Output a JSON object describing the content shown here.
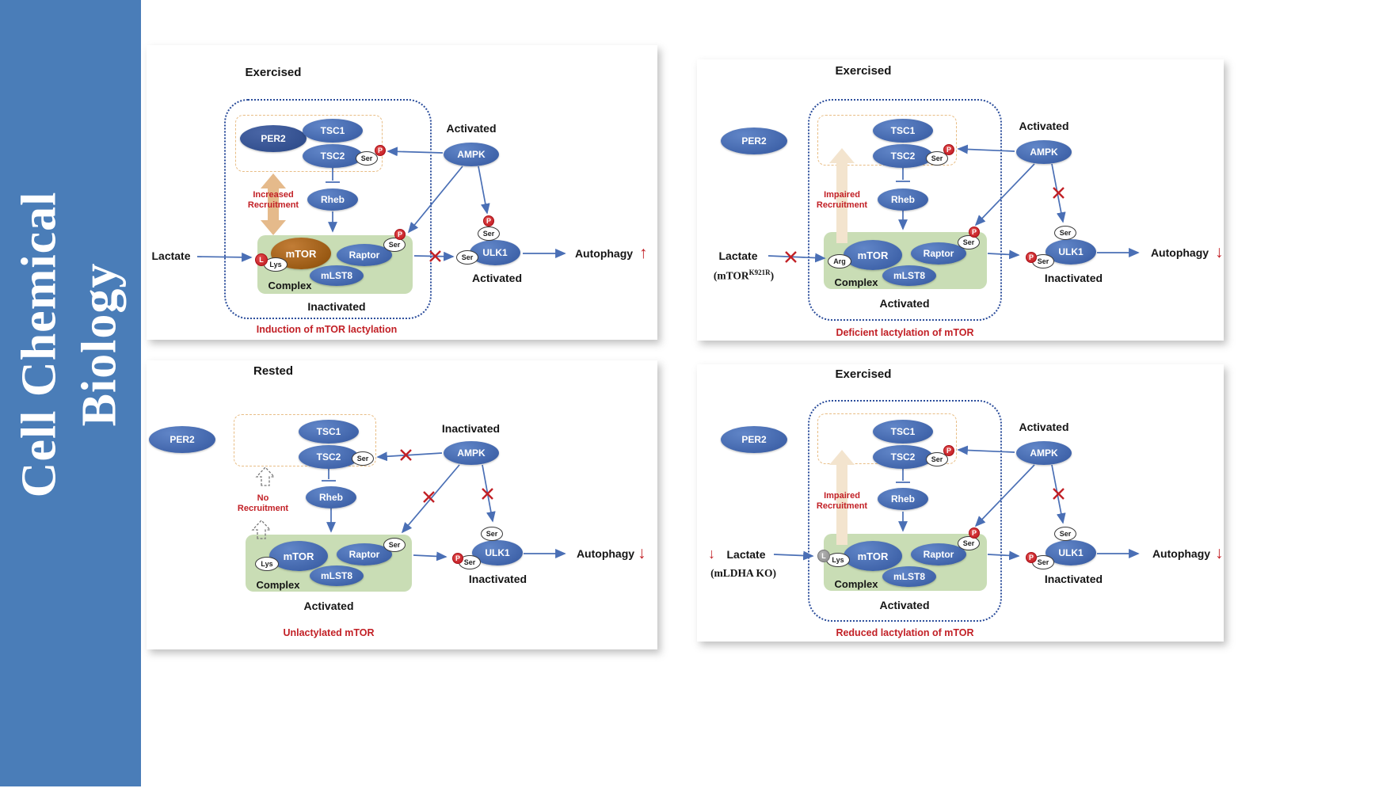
{
  "journal": {
    "name_line1": "Cell Chemical",
    "name_line2": "Biology"
  },
  "colors": {
    "sidebar": "#4a7db8",
    "node_blue": "#4165ab",
    "per2_dark": "#33508f",
    "mtor_brown": "#9a5a14",
    "complex_green": "#c9ddb5",
    "alert_red": "#c22026",
    "recruitment_tan": "#e5ba8b",
    "arrow_blue": "#4a6fb5"
  },
  "panels": [
    {
      "title": "Exercised",
      "caption": "Induction of mTOR lactylation",
      "per2": "PER2",
      "tsc1": "TSC1",
      "tsc2": "TSC2",
      "ser": "Ser",
      "p": "P",
      "ampk": "AMPK",
      "ampk_state": "Activated",
      "recruitment_line1": "Increased",
      "recruitment_line2": "Recruitment",
      "rheb": "Rheb",
      "lactate": "Lactate",
      "l_badge": "L",
      "lys": "Lys",
      "mtor": "mTOR",
      "raptor": "Raptor",
      "mlst8": "mLST8",
      "raptor_ser": "Ser",
      "raptor_p": "P",
      "complex": "Complex",
      "complex_state": "Inactivated",
      "ulk1": "ULK1",
      "ulk1_ser_top": "Ser",
      "ulk1_p_top": "P",
      "ulk1_ser_left": "Ser",
      "ulk1_state": "Activated",
      "autophagy": "Autophagy",
      "autophagy_arrow": "↑"
    },
    {
      "title": "Exercised",
      "caption": "Deficient lactylation of mTOR",
      "per2": "PER2",
      "tsc1": "TSC1",
      "tsc2": "TSC2",
      "ser": "Ser",
      "p": "P",
      "ampk": "AMPK",
      "ampk_state": "Activated",
      "recruitment_line1": "Impaired",
      "recruitment_line2": "Recruitment",
      "rheb": "Rheb",
      "lactate": "Lactate",
      "mutant_prefix": "(mTOR",
      "mutant_sup": "K921R",
      "mutant_suffix": ")",
      "arg": "Arg",
      "mtor": "mTOR",
      "raptor": "Raptor",
      "mlst8": "mLST8",
      "raptor_ser": "Ser",
      "raptor_p": "P",
      "complex": "Complex",
      "complex_state": "Activated",
      "ulk1": "ULK1",
      "ulk1_ser_top": "Ser",
      "ulk1_p_left": "P",
      "ulk1_ser_left": "Ser",
      "ulk1_state": "Inactivated",
      "autophagy": "Autophagy",
      "autophagy_arrow": "↓"
    },
    {
      "title": "Rested",
      "caption": "Unlactylated mTOR",
      "per2": "PER2",
      "tsc1": "TSC1",
      "tsc2": "TSC2",
      "ser": "Ser",
      "ampk": "AMPK",
      "ampk_state": "Inactivated",
      "recruitment_line1": "No",
      "recruitment_line2": "Recruitment",
      "rheb": "Rheb",
      "lys": "Lys",
      "mtor": "mTOR",
      "raptor": "Raptor",
      "mlst8": "mLST8",
      "raptor_ser": "Ser",
      "complex": "Complex",
      "complex_state": "Activated",
      "ulk1": "ULK1",
      "ulk1_ser_top": "Ser",
      "ulk1_p_left": "P",
      "ulk1_ser_left": "Ser",
      "ulk1_state": "Inactivated",
      "autophagy": "Autophagy",
      "autophagy_arrow": "↓"
    },
    {
      "title": "Exercised",
      "caption": "Reduced lactylation of mTOR",
      "per2": "PER2",
      "tsc1": "TSC1",
      "tsc2": "TSC2",
      "ser": "Ser",
      "p": "P",
      "ampk": "AMPK",
      "ampk_state": "Activated",
      "recruitment_line1": "Impaired",
      "recruitment_line2": "Recruitment",
      "rheb": "Rheb",
      "lactate_down": "↓",
      "lactate": "Lactate",
      "ko_label": "(mLDHA KO)",
      "l_badge": "L",
      "lys": "Lys",
      "mtor": "mTOR",
      "raptor": "Raptor",
      "mlst8": "mLST8",
      "raptor_ser": "Ser",
      "raptor_p": "P",
      "complex": "Complex",
      "complex_state": "Activated",
      "ulk1": "ULK1",
      "ulk1_ser_top": "Ser",
      "ulk1_p_left": "P",
      "ulk1_ser_left": "Ser",
      "ulk1_state": "Inactivated",
      "autophagy": "Autophagy",
      "autophagy_arrow": "↓"
    }
  ]
}
